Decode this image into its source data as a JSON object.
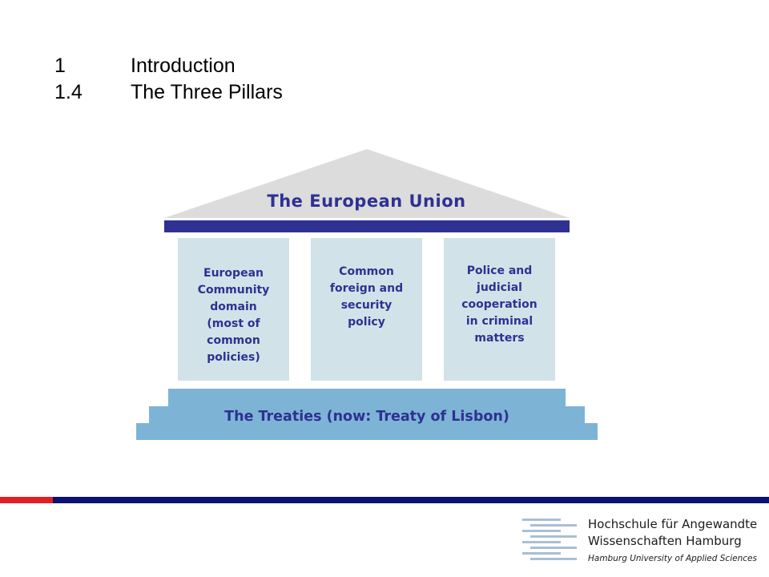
{
  "heading": {
    "chapter_number": "1",
    "chapter_title": "Introduction",
    "section_number": "1.4",
    "section_title": "The Three Pillars"
  },
  "diagram": {
    "roof_label": "The European Union",
    "pillars": [
      {
        "lines": [
          "European",
          "Community",
          "domain",
          "(most of",
          "common",
          "policies)"
        ]
      },
      {
        "lines": [
          "Common",
          "foreign and",
          "security",
          "policy"
        ]
      },
      {
        "lines": [
          "Police and",
          "judicial",
          "cooperation",
          "in criminal",
          "matters"
        ]
      }
    ],
    "foundation_label": "The Treaties (now: Treaty of Lisbon)"
  },
  "footer": {
    "institution_line1": "Hochschule für Angewandte",
    "institution_line2": "Wissenschaften Hamburg",
    "institution_line3": "Hamburg University of Applied Sciences"
  },
  "colors": {
    "text_blue": "#2e3192",
    "architrave": "#2e3192",
    "roof": "#dcdcdc",
    "pillar": "#d1e3e8",
    "foundation": "#7db4d6",
    "accent_red": "#e31e24",
    "accent_navy": "#0a1272"
  }
}
